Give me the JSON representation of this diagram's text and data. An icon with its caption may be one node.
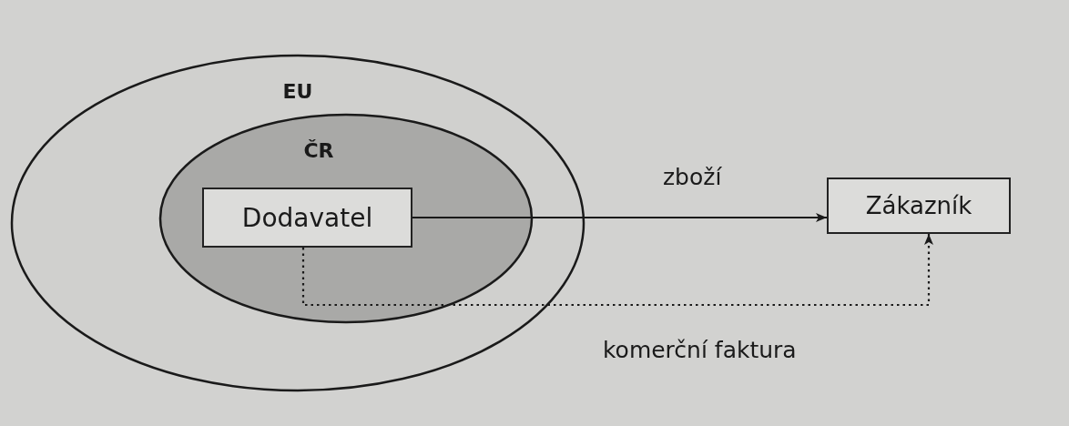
{
  "diagram": {
    "nodes": [
      {
        "text": [
          "EU"
        ]
      },
      {
        "text": [
          "ČR"
        ],
        "in": 0
      },
      {
        "text": [
          "Dodavatel"
        ],
        "in": 1
      },
      {
        "text": [
          "Zákazník"
        ]
      }
    ],
    "edges": [
      {
        "from": 2,
        "to": 3,
        "arrow": "to",
        "label": "zboží"
      },
      {
        "from": 2,
        "to": 3,
        "arrow": "to",
        "label": "komerční faktura",
        "style": "dashed"
      }
    ]
  }
}
